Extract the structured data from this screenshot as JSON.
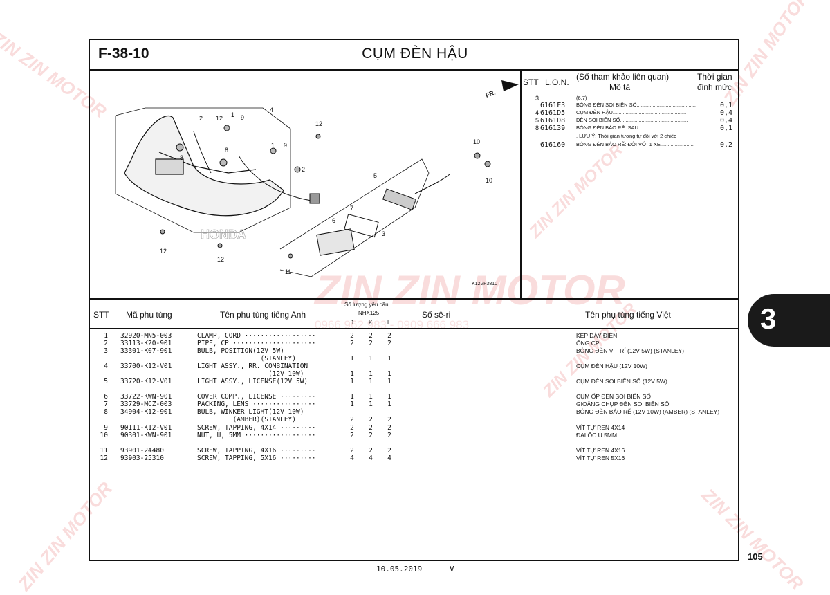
{
  "header": {
    "figure_code": "F-38-10",
    "title": "CỤM ĐÈN HẬU"
  },
  "diagram": {
    "direction_label": "FR.",
    "image_code": "K12VF3810",
    "brand_text": "HONDA",
    "callouts": [
      "12",
      "2",
      "1",
      "9",
      "4",
      "12",
      "8",
      "8",
      "1",
      "9",
      "2",
      "5",
      "10",
      "10",
      "7",
      "6",
      "3",
      "12",
      "12",
      "11"
    ]
  },
  "ref_panel": {
    "headers": {
      "stt": "STT",
      "lon": "L.O.N.",
      "desc": "(Số tham khảo liên quan)",
      "desc2": "Mô tả",
      "time": "Thời gian",
      "time2": "định mức"
    },
    "rows": [
      {
        "stt": "3",
        "lon": "",
        "desc": "(6,7)",
        "qty": ""
      },
      {
        "stt": "",
        "lon": "6161F3",
        "desc": "BÓNG ĐÈN SOI BIỂN SỐ.........................................",
        "qty": "0,1"
      },
      {
        "stt": "4",
        "lon": "6161D5",
        "desc": "CỤM ĐÈN HẬU...................................................",
        "qty": "0,4"
      },
      {
        "stt": "5",
        "lon": "6161D8",
        "desc": "ĐÈN SOI BIỂN SỐ...............................................",
        "qty": "0,4"
      },
      {
        "stt": "8",
        "lon": "616139",
        "desc": "BÓNG ĐÈN BÁO RẼ: SAU ....................................",
        "qty": "0,1"
      },
      {
        "stt": "",
        "lon": "",
        "desc": ". LƯU Ý: Thời gian tương tự đối với 2 chiếc",
        "qty": ""
      },
      {
        "stt": "",
        "lon": "616160",
        "desc": "BÓNG ĐÈN BÁO RẼ: ĐÔI VỚI 1 XE.......................",
        "qty": "0,2"
      }
    ]
  },
  "parts_table": {
    "headers": {
      "stt": "STT",
      "code": "Mã phụ tùng",
      "en": "Tên phụ tùng tiếng Anh",
      "qty_group": "Số lượng yêu cầu",
      "model": "NHX125",
      "j": "J",
      "k": "K",
      "l": "L",
      "serial": "Số sê-ri",
      "vn": "Tên phụ tùng tiếng Việt"
    },
    "rows": [
      {
        "stt": "1",
        "code": "32920-MN5-003",
        "en": "CLAMP, CORD ··················",
        "j": "2",
        "k": "2",
        "l": "2",
        "vn": "KẸP DÂY ĐIỆN"
      },
      {
        "stt": "2",
        "code": "33113-K20-901",
        "en": "PIPE, CP ·····················",
        "j": "2",
        "k": "2",
        "l": "2",
        "vn": "ỐNG CP"
      },
      {
        "stt": "3",
        "code": "33301-K07-901",
        "en": "BULB, POSITION(12V 5W)",
        "j": "",
        "k": "",
        "l": "",
        "vn": "BÓNG ĐÈN VỊ TRÍ (12V 5W) (STANLEY)"
      },
      {
        "stt": "",
        "code": "",
        "en": "                (STANLEY)",
        "j": "1",
        "k": "1",
        "l": "1",
        "vn": ""
      },
      {
        "stt": "4",
        "code": "33700-K12-V01",
        "en": "LIGHT ASSY., RR. COMBINATION",
        "j": "",
        "k": "",
        "l": "",
        "vn": "CỤM ĐÈN HẬU (12V 10W)"
      },
      {
        "stt": "",
        "code": "",
        "en": "                  (12V 10W)",
        "j": "1",
        "k": "1",
        "l": "1",
        "vn": ""
      },
      {
        "stt": "5",
        "code": "33720-K12-V01",
        "en": "LIGHT ASSY., LICENSE(12V 5W)",
        "j": "1",
        "k": "1",
        "l": "1",
        "vn": "CỤM ĐÈN SOI BIỂN SỐ (12V 5W)"
      },
      {
        "stt": "6",
        "code": "33722-KWN-901",
        "en": "COVER COMP., LICENSE ·········",
        "j": "1",
        "k": "1",
        "l": "1",
        "vn": "CỤM ỐP ĐÈN SOI BIỂN SỐ"
      },
      {
        "stt": "7",
        "code": "33729-MCZ-003",
        "en": "PACKING, LENS ················",
        "j": "1",
        "k": "1",
        "l": "1",
        "vn": "GIOĂNG CHỤP ĐÈN SOI BIỂN SỐ"
      },
      {
        "stt": "8",
        "code": "34904-K12-901",
        "en": "BULB, WINKER LIGHT(12V 10W)",
        "j": "",
        "k": "",
        "l": "",
        "vn": "BÓNG ĐÈN BÁO RẼ (12V 10W) (AMBER) (STANLEY)"
      },
      {
        "stt": "",
        "code": "",
        "en": "         (AMBER)(STANLEY)",
        "j": "2",
        "k": "2",
        "l": "2",
        "vn": ""
      },
      {
        "stt": "9",
        "code": "90111-K12-V01",
        "en": "SCREW, TAPPING, 4X14 ·········",
        "j": "2",
        "k": "2",
        "l": "2",
        "vn": "VÍT TỰ REN 4X14"
      },
      {
        "stt": "10",
        "code": "90301-KWN-901",
        "en": "NUT, U, 5MM ··················",
        "j": "2",
        "k": "2",
        "l": "2",
        "vn": "ĐAI ỐC U 5MM"
      },
      {
        "stt": "11",
        "code": "93901-24480",
        "en": "SCREW, TAPPING, 4X16 ·········",
        "j": "2",
        "k": "2",
        "l": "2",
        "vn": "VÍT TỰ REN 4X16"
      },
      {
        "stt": "12",
        "code": "93903-25310",
        "en": "SCREW, TAPPING, 5X16 ·········",
        "j": "4",
        "k": "4",
        "l": "4",
        "vn": "VÍT TỰ REN 5X16"
      }
    ]
  },
  "side_tab": {
    "number": "3"
  },
  "footer": {
    "page_number": "105",
    "date": "10.05.2019",
    "version": "V"
  },
  "watermark": {
    "brand": "ZIN ZIN MOTOR",
    "phone": "0966 962 983 - 0909 666 983"
  },
  "colors": {
    "watermark": "#dc3c3c",
    "ink": "#111111",
    "tab": "#1a1a1a"
  }
}
